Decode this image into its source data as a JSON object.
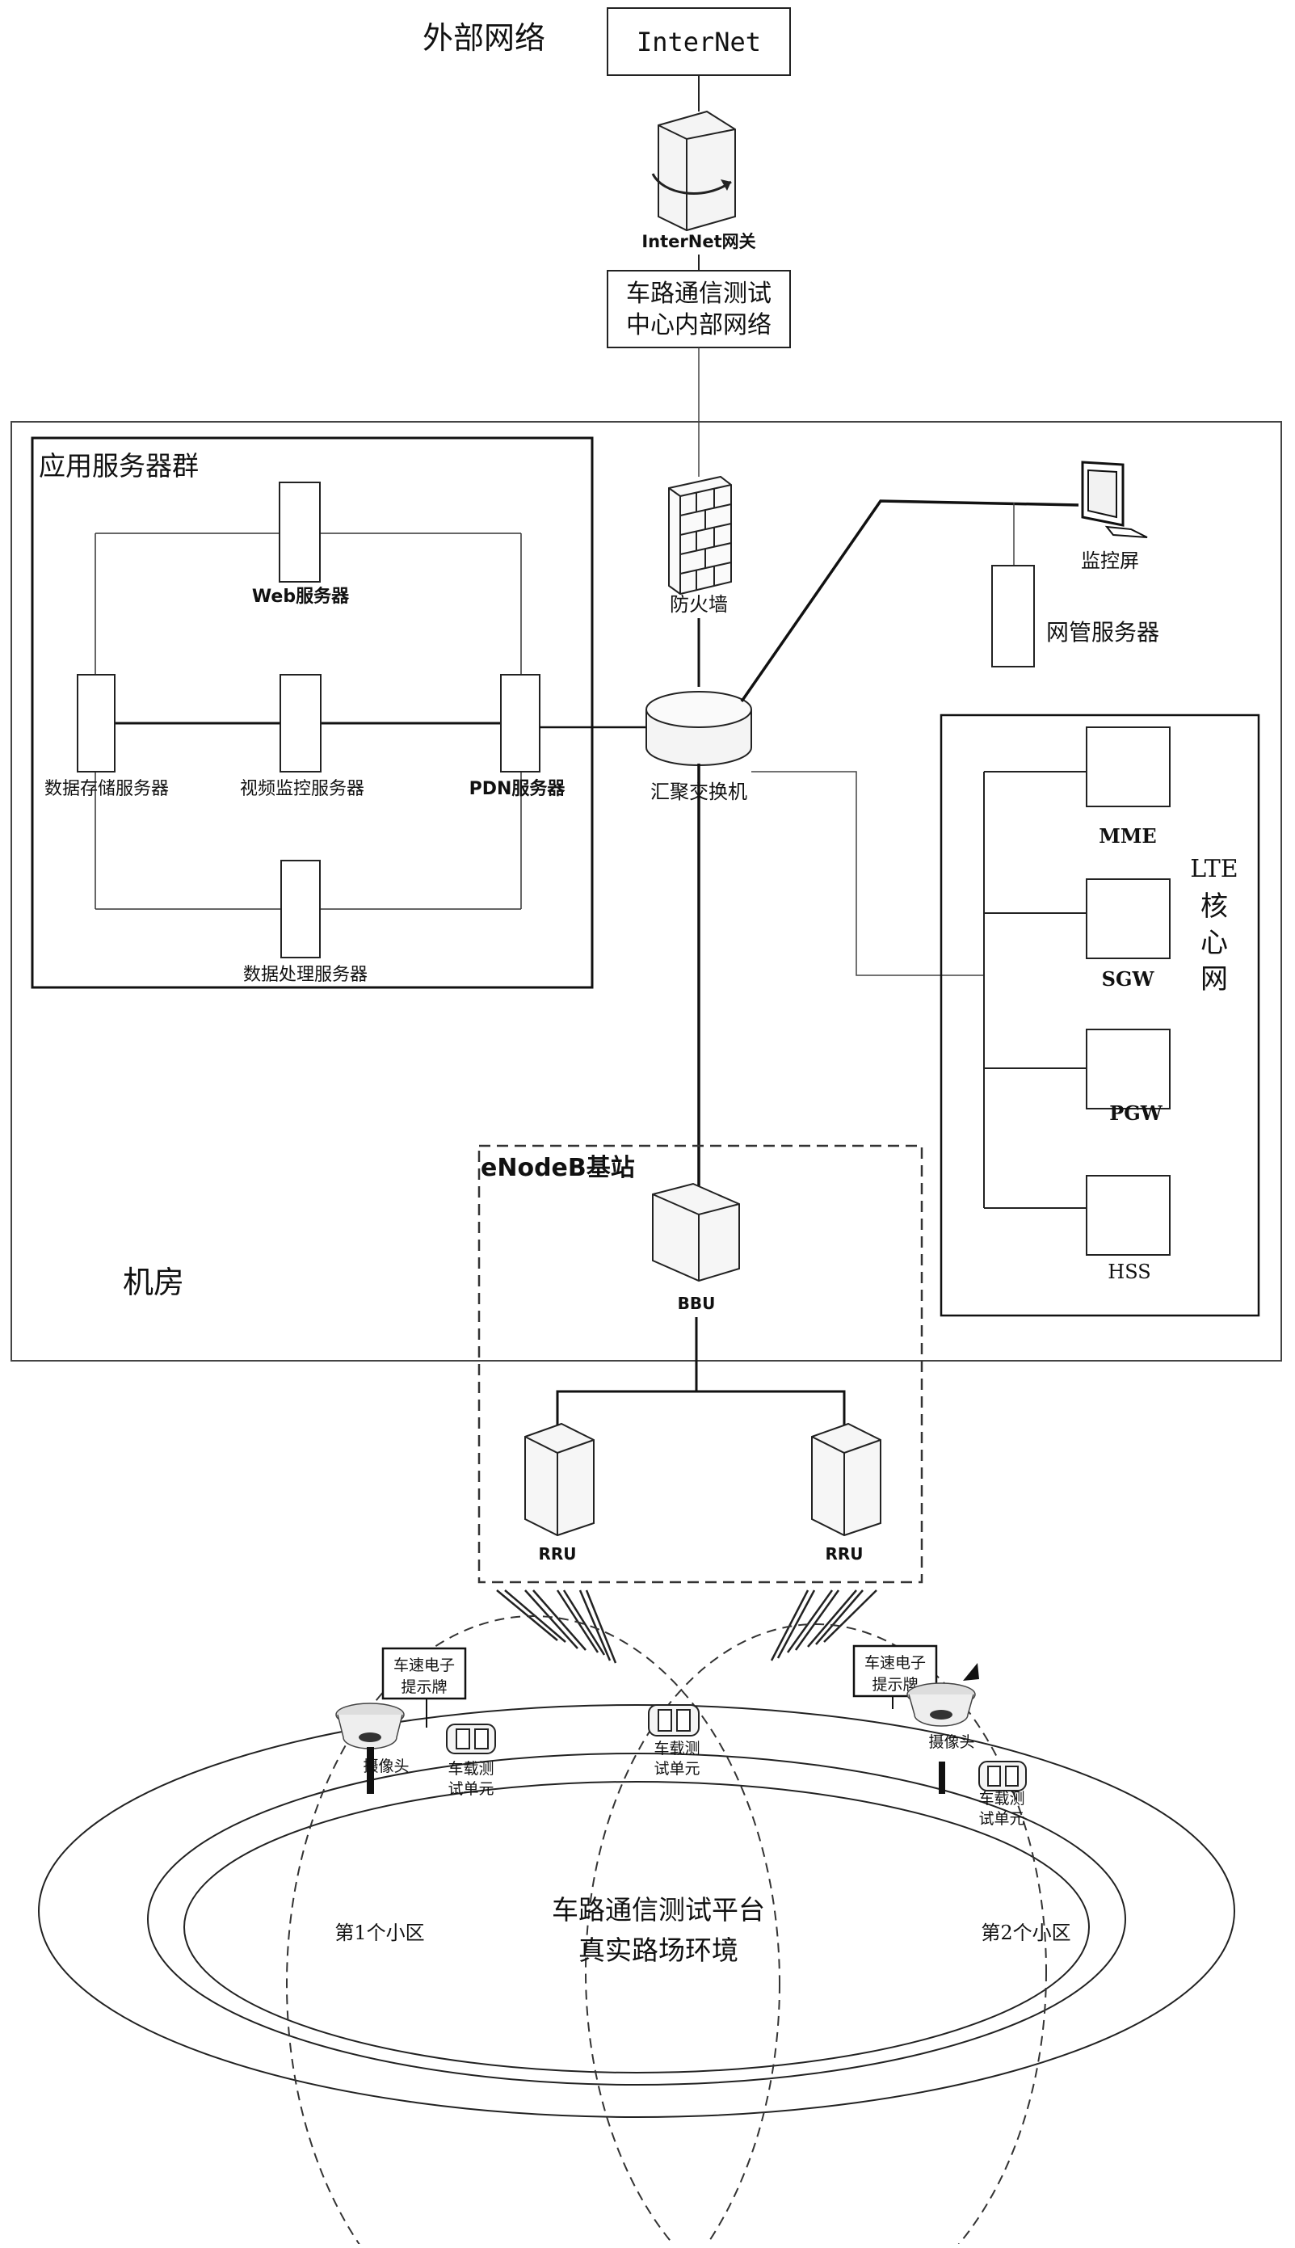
{
  "external_network": "外部网络",
  "internet": "InterNet",
  "internet_gateway": "InterNet网关",
  "center_network": [
    "车路通信测试",
    "中心内部网络"
  ],
  "app_group_title": "应用服务器群",
  "servers": {
    "web": "Web服务器",
    "storage": "数据存储服务器",
    "video": "视频监控服务器",
    "pdn": "PDN服务器",
    "processing": "数据处理服务器"
  },
  "firewall": "防火墙",
  "switch": "汇聚交换机",
  "monitor": "监控屏",
  "nms": "网管服务器",
  "lte": {
    "title": [
      "LTE",
      "核",
      "心",
      "网"
    ],
    "nodes": [
      "MME",
      "SGW",
      "PGW",
      "HSS"
    ]
  },
  "room": "机房",
  "enodeb_title": "eNodeB基站",
  "bbu": "BBU",
  "rru": "RRU",
  "speed_sign": [
    "车速电子",
    "提示牌"
  ],
  "camera": "摄像头",
  "vehicle_unit": [
    "车载测",
    "试单元"
  ],
  "cell1": "第1个小区",
  "cell2": "第2个小区",
  "platform": [
    "车路通信测试平台",
    "真实路场环境"
  ]
}
